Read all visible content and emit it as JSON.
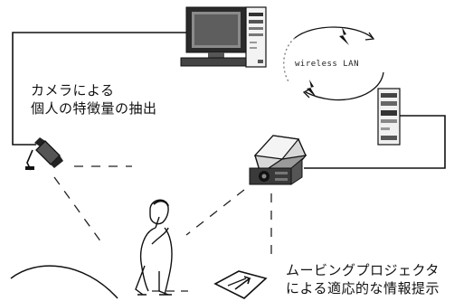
{
  "labels": {
    "camera_line1": "カメラによる",
    "camera_line2": "個人の特徴量の抽出",
    "projector_line1": "ムービングプロジェクタ",
    "projector_line2": "による適応的な情報提示",
    "wireless": "wireless LAN"
  },
  "colors": {
    "ink": "#111111",
    "gray_dark": "#444444",
    "gray_light": "#bbbbbb",
    "background": "#ffffff"
  },
  "icons": [
    "pc-icon",
    "server-icon",
    "camera-icon",
    "projector-icon",
    "person-icon",
    "lightning-icon",
    "arrow-icon"
  ]
}
